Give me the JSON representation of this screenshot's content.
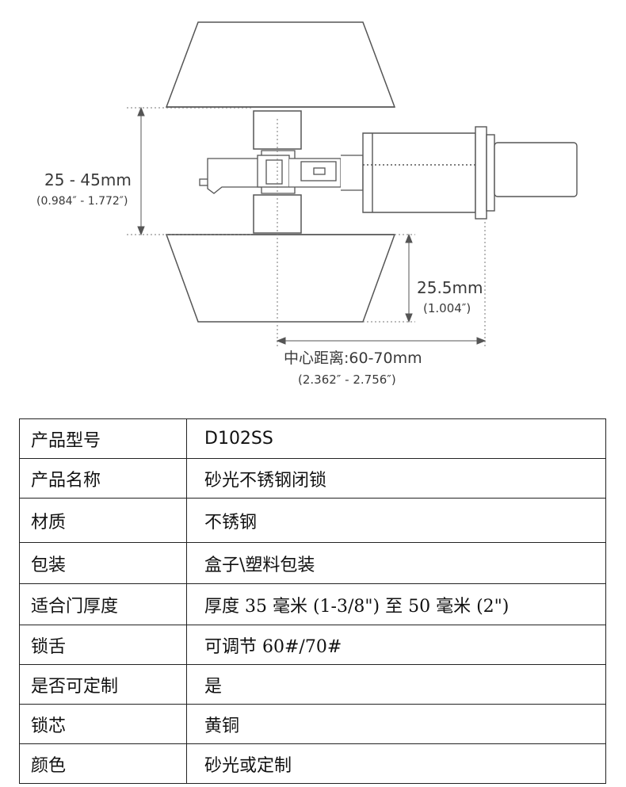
{
  "diagram": {
    "dim_thickness": "25 - 45mm",
    "dim_thickness_inch": "(0.984″ - 1.772″)",
    "dim_knob": "25.5mm",
    "dim_knob_inch": "(1.004″)",
    "dim_backset": "中心距离:60-70mm",
    "dim_backset_inch": "(2.362″ - 2.756″)"
  },
  "specs": [
    {
      "key": "产品型号",
      "value": "D102SS"
    },
    {
      "key": "产品名称",
      "value": "砂光不锈钢闭锁"
    },
    {
      "key": "材质",
      "value": "不锈钢"
    },
    {
      "key": "包装",
      "value": "盒子\\塑料包装"
    },
    {
      "key": "适合门厚度",
      "value": "厚度 35 毫米 (1-3/8\") 至 50 毫米 (2\")"
    },
    {
      "key": "锁舌",
      "value": "可调节 60#/70#"
    },
    {
      "key": "是否可定制",
      "value": "是"
    },
    {
      "key": "锁芯",
      "value": "黄铜"
    },
    {
      "key": "颜色",
      "value": "砂光或定制"
    }
  ]
}
